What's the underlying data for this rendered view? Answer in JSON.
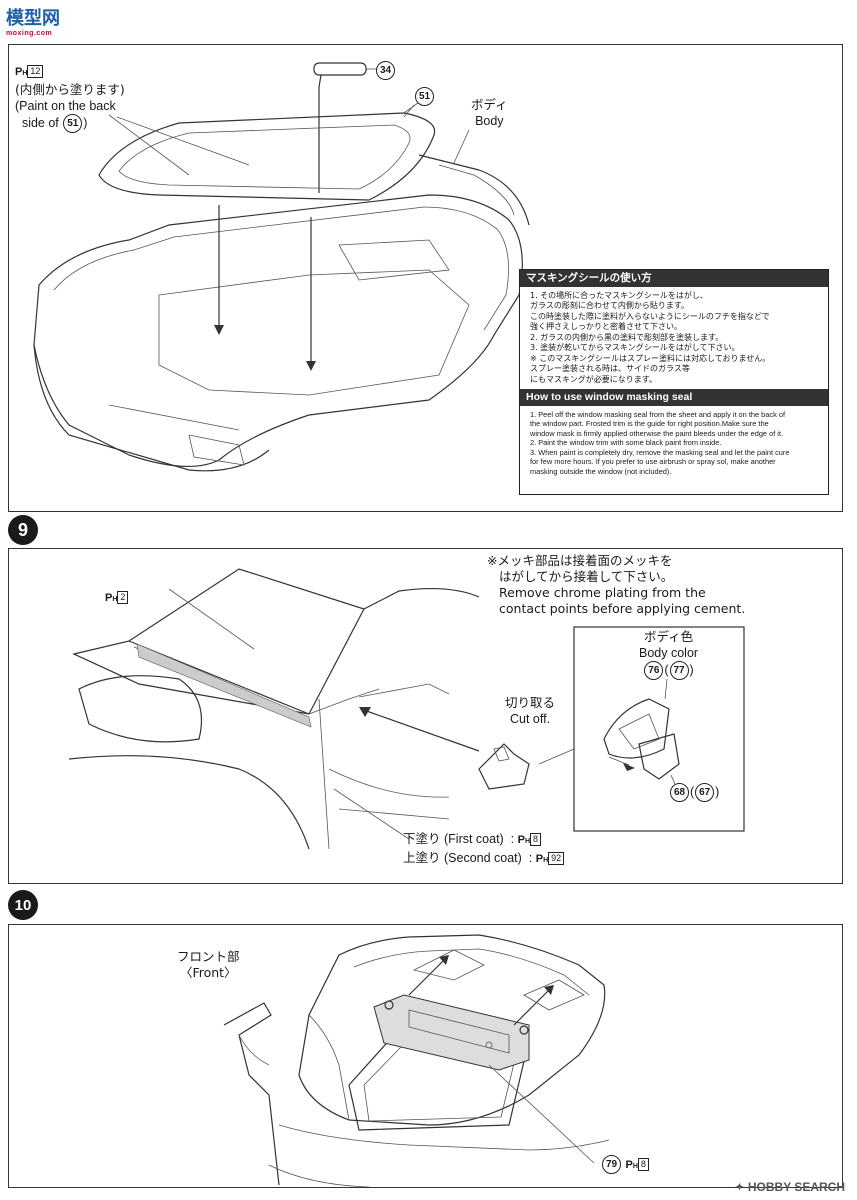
{
  "header": {
    "logo": "模型网",
    "logo_sub": "moxing.com"
  },
  "step8": {
    "parts": {
      "mirror": "34",
      "window": "51"
    },
    "paint_note_code": "12",
    "paint_note_jp": "(内側から塗ります)",
    "paint_note_en_1": "(Paint on the back",
    "paint_note_en_2": "side of",
    "body_jp": "ボディ",
    "body_en": "Body",
    "masking_jp": {
      "title": "マスキングシールの使い方",
      "lines": [
        "1. その場所に合ったマスキングシールをはがし、",
        "    ガラスの彫刻に合わせて内側から貼ります。",
        "    この時塗装した際に塗料が入らないようにシールのフチを指などで",
        "    強く押さえしっかりと密着させて下さい。",
        "2. ガラスの内側から黒の塗料で彫刻部を塗装します。",
        "3. 塗装が乾いてからマスキングシールをはがして下さい。",
        "※ このマスキングシールはスプレー塗料には対応しておりません。",
        "    スプレー塗装される時は、サイドのガラス等",
        "    にもマスキングが必要になります。"
      ]
    },
    "masking_en": {
      "title": "How to use window masking seal",
      "lines": [
        "1. Peel off the window masking seal from the sheet and apply it on the back of",
        "    the window part. Frosted trim is the guide for right position.Make sure the",
        "    window mask is firmly applied otherwise the paint bleeds under the edge of it.",
        "2. Paint the window trim with some black paint from inside.",
        "3. When paint is completely dry, remove the masking seal and let the paint cure",
        "    for few more hours. If you prefer to use airbrush or spray sol, make another",
        "    masking outside the window (not included)."
      ]
    }
  },
  "step9": {
    "number": "9",
    "ph_code": "2",
    "chrome_jp_1": "※メッキ部品は接着面のメッキを",
    "chrome_jp_2": "はがしてから接着して下さい。",
    "chrome_en_1": "Remove chrome plating from the",
    "chrome_en_2": "contact points before applying cement.",
    "body_color_jp": "ボディ色",
    "body_color_en": "Body color",
    "parts_top": [
      "76",
      "77"
    ],
    "parts_bottom": [
      "68",
      "67"
    ],
    "cut_jp": "切り取る",
    "cut_en": "Cut off.",
    "first_coat_jp": "下塗り",
    "first_coat_en": "(First coat)",
    "first_coat_code": "8",
    "second_coat_jp": "上塗り",
    "second_coat_en": "(Second coat)",
    "second_coat_code": "92"
  },
  "step10": {
    "number": "10",
    "front_jp": "フロント部",
    "front_en": "〈Front〉",
    "part": "79",
    "ph_code": "8"
  },
  "footer": {
    "watermark": "HOBBY SEARCH"
  }
}
